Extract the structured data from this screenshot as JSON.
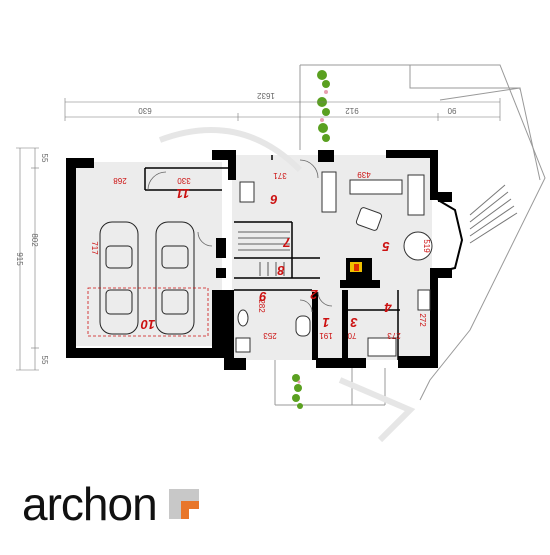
{
  "brand": {
    "name": "archon"
  },
  "dimensions": {
    "total_width": "1632",
    "left_width": "630",
    "middle_width": "912",
    "right_width": "90",
    "total_height": "915",
    "inner_height": "802",
    "top_offset": "55",
    "bottom_offset": "55"
  },
  "rooms": [
    {
      "number": "1",
      "dim": "191"
    },
    {
      "number": "2",
      "dim": ""
    },
    {
      "number": "3",
      "dim": "70"
    },
    {
      "number": "4",
      "dim": "273"
    },
    {
      "number": "5",
      "dim": "519"
    },
    {
      "number": "6",
      "dim": "371"
    },
    {
      "number": "7",
      "dim": ""
    },
    {
      "number": "8",
      "dim": ""
    },
    {
      "number": "9",
      "dim": "282"
    },
    {
      "number": "10",
      "dim": "717"
    },
    {
      "number": "11",
      "dim": "330"
    }
  ],
  "extra_labels": {
    "garage_left": "268",
    "living_top": "439",
    "bath_bottom": "253",
    "kitchen_side": "272"
  },
  "colors": {
    "wall": "#000000",
    "label_red": "#cc1111",
    "accent_orange": "#e8762a",
    "floor_gray": "#ececec"
  }
}
